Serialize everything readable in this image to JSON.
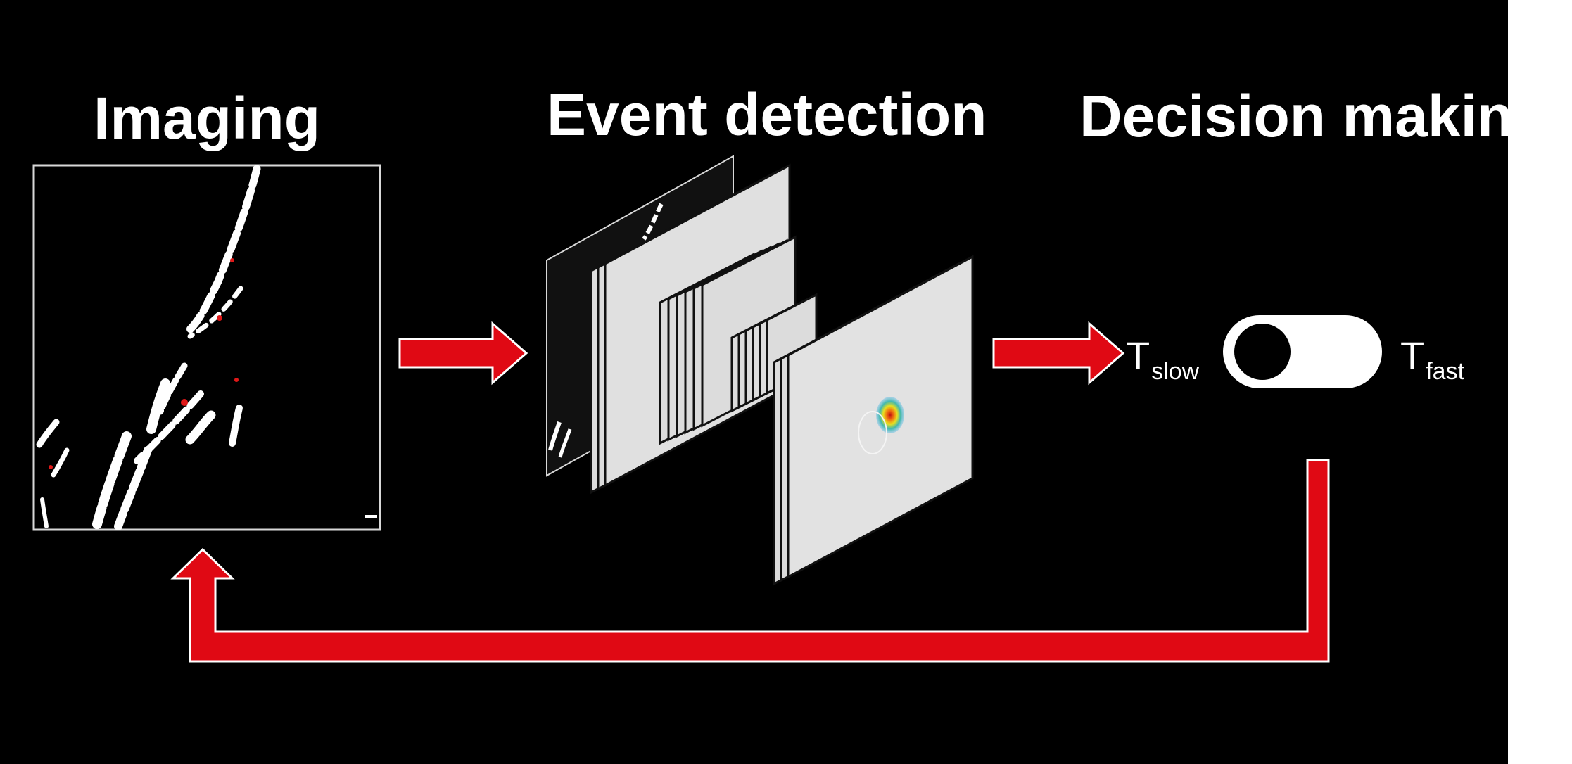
{
  "titles": {
    "imaging": "Imaging",
    "event_detection": "Event detection",
    "decision_making": "Decision makin"
  },
  "switch": {
    "slow_main": "T",
    "slow_sub": "slow",
    "fast_main": "T",
    "fast_sub": "fast",
    "state": "slow"
  },
  "colors": {
    "background": "#000000",
    "arrow": "#e00914",
    "arrow_outline": "#ffffff",
    "feature_map": "#dcdcdc",
    "heatmap_hot": "#e02020",
    "heatmap_mid": "#f0d020",
    "heatmap_cool": "#50b8c8"
  },
  "icons": {
    "arrows": "right-arrow",
    "feedback": "feedback-arrow",
    "toggle": "toggle-switch"
  }
}
